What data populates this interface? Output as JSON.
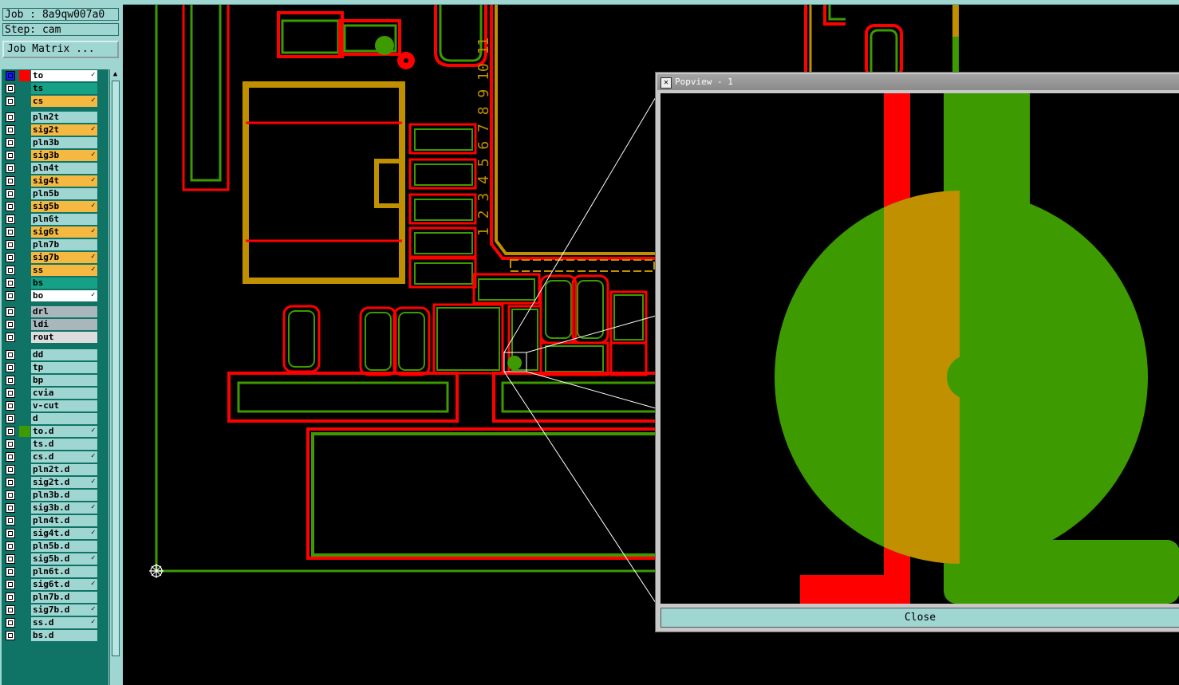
{
  "job_label": "Job : 8a9qw007a0",
  "step_label": "Step: cam",
  "job_matrix_button": "Job Matrix ...",
  "layers": [
    {
      "name": "to",
      "bg": "#ffffff",
      "color": "#ff0000",
      "flag": "✓"
    },
    {
      "name": "ts",
      "bg": "#16a085",
      "color": "",
      "flag": ""
    },
    {
      "name": "cs",
      "bg": "#f5b942",
      "color": "",
      "flag": "✓"
    },
    {
      "name": "pln2t",
      "bg": "#9fd6d2",
      "color": "",
      "flag": ""
    },
    {
      "name": "sig2t",
      "bg": "#f5b942",
      "color": "",
      "flag": "✓"
    },
    {
      "name": "pln3b",
      "bg": "#9fd6d2",
      "color": "",
      "flag": ""
    },
    {
      "name": "sig3b",
      "bg": "#f5b942",
      "color": "",
      "flag": "✓"
    },
    {
      "name": "pln4t",
      "bg": "#9fd6d2",
      "color": "",
      "flag": ""
    },
    {
      "name": "sig4t",
      "bg": "#f5b942",
      "color": "",
      "flag": "✓"
    },
    {
      "name": "pln5b",
      "bg": "#9fd6d2",
      "color": "",
      "flag": ""
    },
    {
      "name": "sig5b",
      "bg": "#f5b942",
      "color": "",
      "flag": "✓"
    },
    {
      "name": "pln6t",
      "bg": "#9fd6d2",
      "color": "",
      "flag": ""
    },
    {
      "name": "sig6t",
      "bg": "#f5b942",
      "color": "",
      "flag": "✓"
    },
    {
      "name": "pln7b",
      "bg": "#9fd6d2",
      "color": "",
      "flag": ""
    },
    {
      "name": "sig7b",
      "bg": "#f5b942",
      "color": "",
      "flag": "✓"
    },
    {
      "name": "ss",
      "bg": "#f5b942",
      "color": "",
      "flag": "✓"
    },
    {
      "name": "bs",
      "bg": "#16a085",
      "color": "",
      "flag": ""
    },
    {
      "name": "bo",
      "bg": "#ffffff",
      "color": "",
      "flag": "✓"
    },
    {
      "name": "drl",
      "bg": "#a9b7bd",
      "color": "",
      "flag": ""
    },
    {
      "name": "ldi",
      "bg": "#a9b7bd",
      "color": "",
      "flag": ""
    },
    {
      "name": "rout",
      "bg": "#dcdcdc",
      "color": "",
      "flag": ""
    },
    {
      "name": "dd",
      "bg": "#9fd6d2",
      "color": "",
      "flag": ""
    },
    {
      "name": "tp",
      "bg": "#9fd6d2",
      "color": "",
      "flag": ""
    },
    {
      "name": "bp",
      "bg": "#9fd6d2",
      "color": "",
      "flag": ""
    },
    {
      "name": "cvia",
      "bg": "#9fd6d2",
      "color": "",
      "flag": ""
    },
    {
      "name": "v-cut",
      "bg": "#9fd6d2",
      "color": "",
      "flag": ""
    },
    {
      "name": "d",
      "bg": "#9fd6d2",
      "color": "",
      "flag": ""
    },
    {
      "name": "to.d",
      "bg": "#9fd6d2",
      "color": "#3d9a00",
      "flag": "✓"
    },
    {
      "name": "ts.d",
      "bg": "#9fd6d2",
      "color": "",
      "flag": ""
    },
    {
      "name": "cs.d",
      "bg": "#9fd6d2",
      "color": "",
      "flag": "✓"
    },
    {
      "name": "pln2t.d",
      "bg": "#9fd6d2",
      "color": "",
      "flag": ""
    },
    {
      "name": "sig2t.d",
      "bg": "#9fd6d2",
      "color": "",
      "flag": "✓"
    },
    {
      "name": "pln3b.d",
      "bg": "#9fd6d2",
      "color": "",
      "flag": ""
    },
    {
      "name": "sig3b.d",
      "bg": "#9fd6d2",
      "color": "",
      "flag": "✓"
    },
    {
      "name": "pln4t.d",
      "bg": "#9fd6d2",
      "color": "",
      "flag": ""
    },
    {
      "name": "sig4t.d",
      "bg": "#9fd6d2",
      "color": "",
      "flag": "✓"
    },
    {
      "name": "pln5b.d",
      "bg": "#9fd6d2",
      "color": "",
      "flag": ""
    },
    {
      "name": "sig5b.d",
      "bg": "#9fd6d2",
      "color": "",
      "flag": "✓"
    },
    {
      "name": "pln6t.d",
      "bg": "#9fd6d2",
      "color": "",
      "flag": ""
    },
    {
      "name": "sig6t.d",
      "bg": "#9fd6d2",
      "color": "",
      "flag": "✓"
    },
    {
      "name": "pln7b.d",
      "bg": "#9fd6d2",
      "color": "",
      "flag": ""
    },
    {
      "name": "sig7b.d",
      "bg": "#9fd6d2",
      "color": "",
      "flag": "✓"
    },
    {
      "name": "ss.d",
      "bg": "#9fd6d2",
      "color": "",
      "flag": "✓"
    },
    {
      "name": "bs.d",
      "bg": "#9fd6d2",
      "color": "",
      "flag": ""
    }
  ],
  "canvas_text": "1 2 3 4 5 6 7 8 9 10 11",
  "popview": {
    "title": "Popview - 1",
    "close_label": "Close"
  },
  "colors": {
    "red": "#ff0000",
    "green": "#3d9a00",
    "olive": "#c09000",
    "panel": "#9fd6d2"
  }
}
